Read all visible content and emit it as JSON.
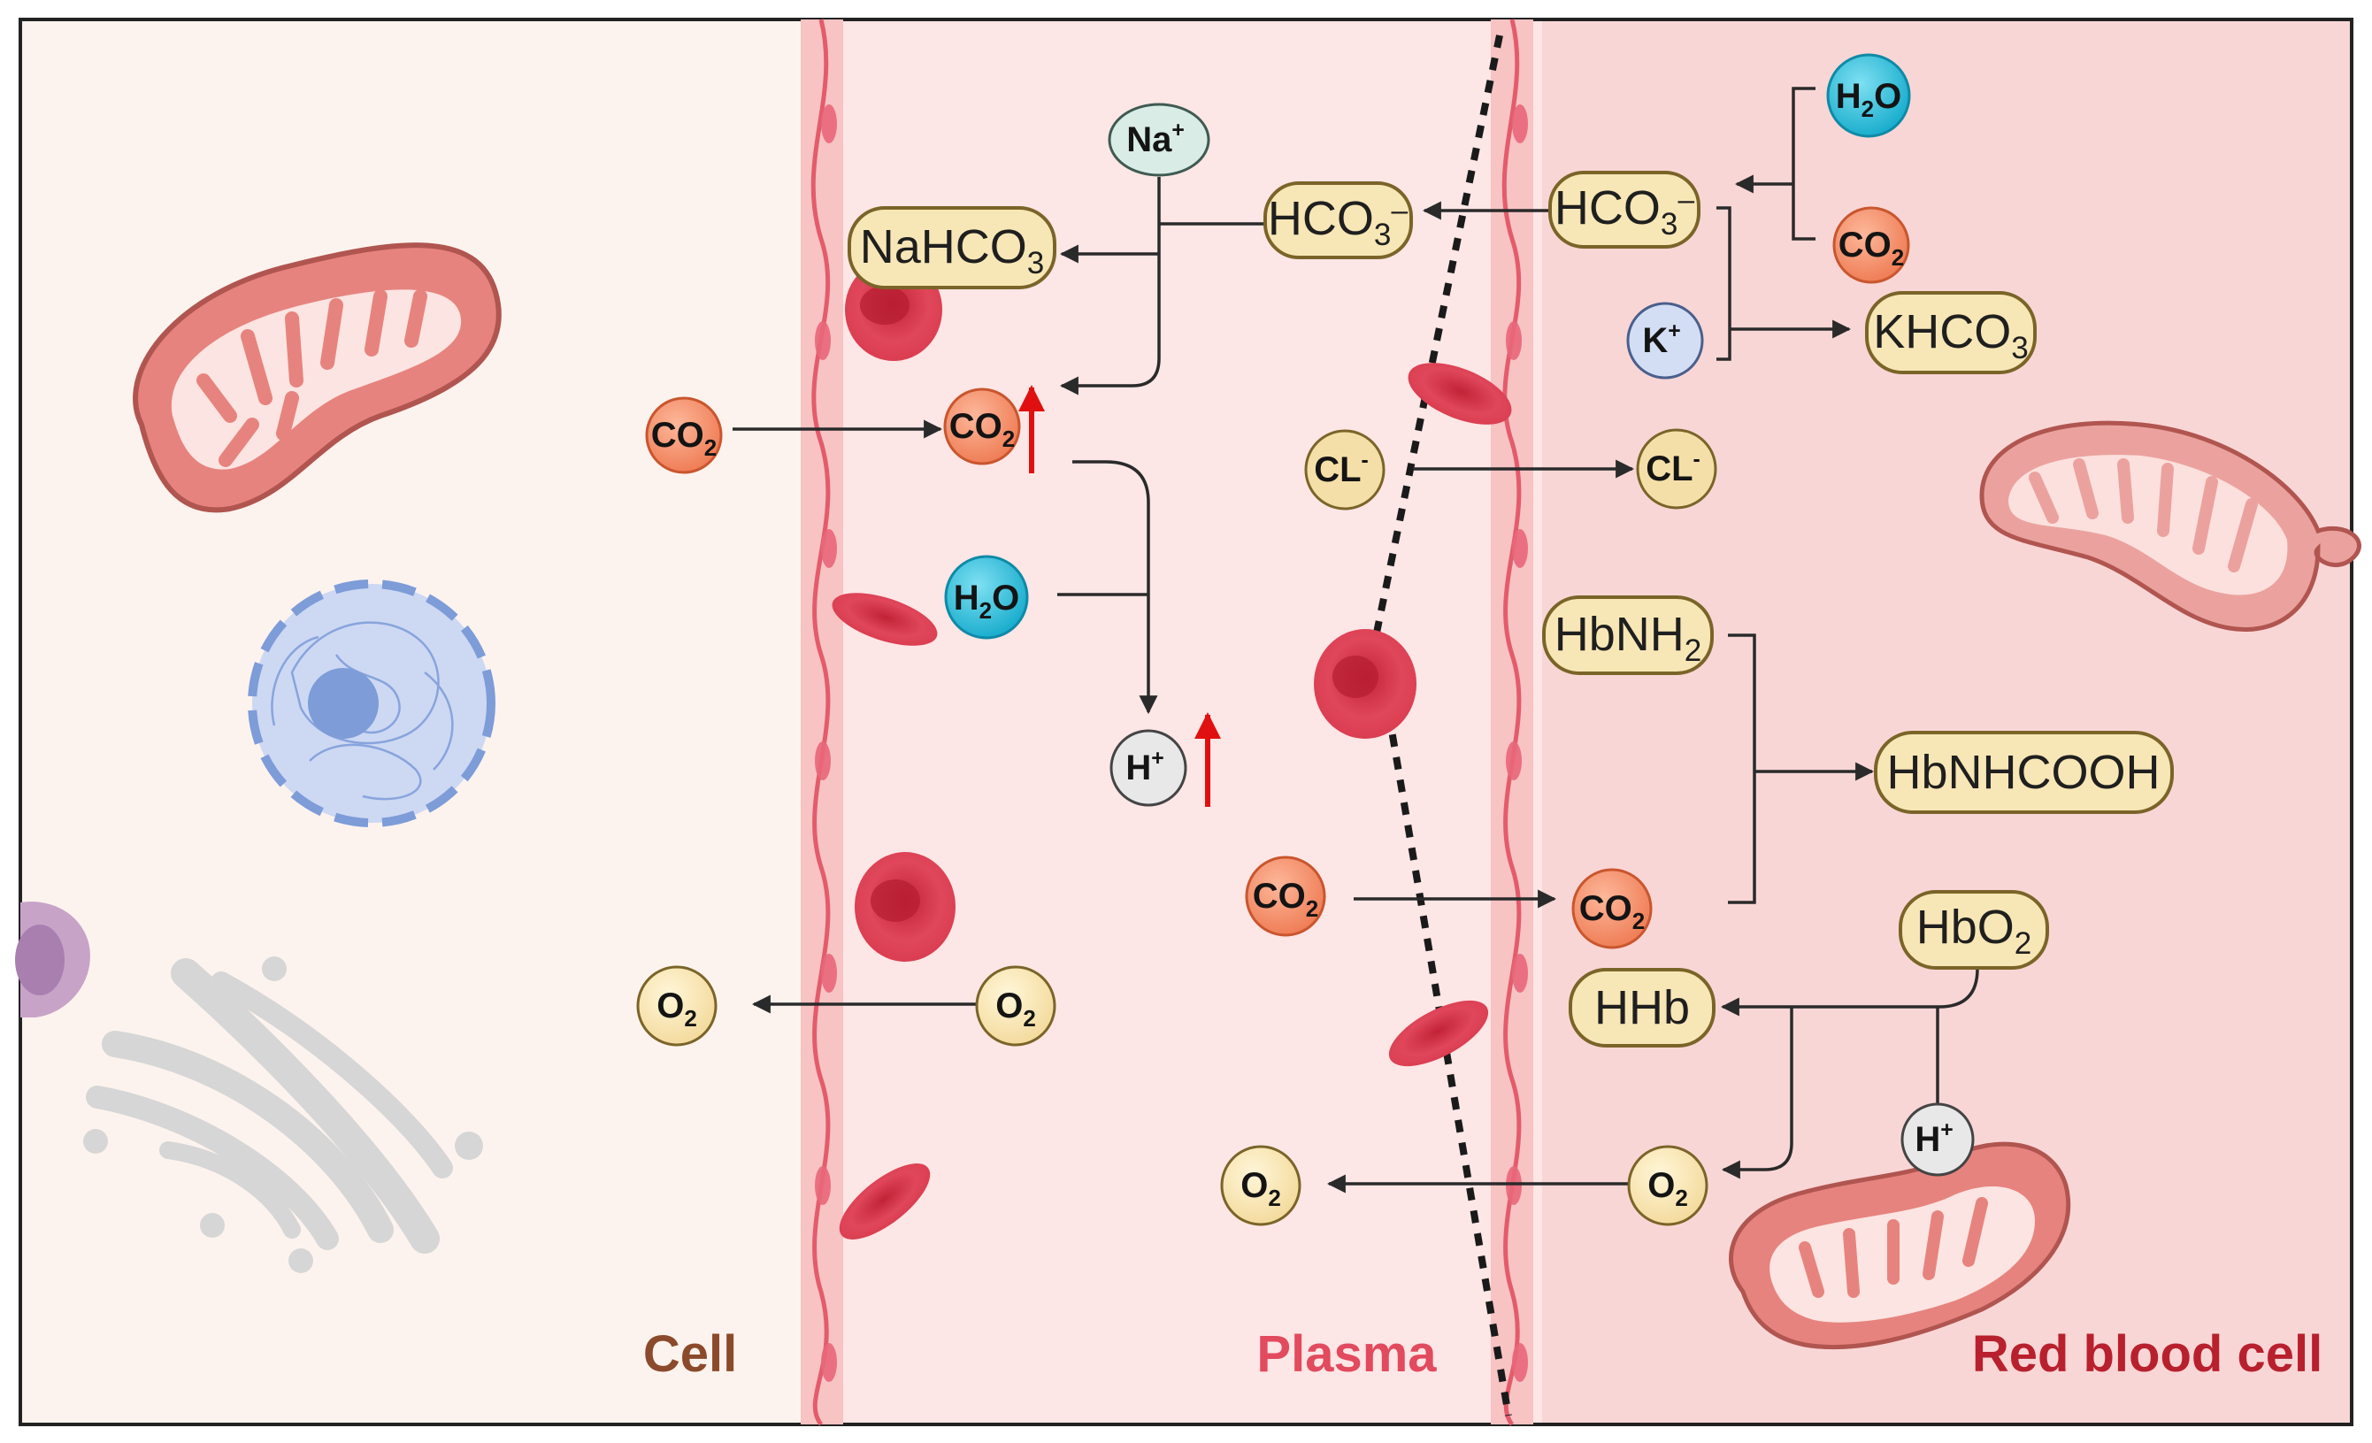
{
  "regions": {
    "cell": {
      "label": "Cell",
      "label_color": "#8B4A2B",
      "fill": "#FDF3EE"
    },
    "plasma": {
      "label": "Plasma",
      "label_color": "#E24A5E",
      "fill": "#FDE6E6"
    },
    "rbc": {
      "label": "Red blood cell",
      "label_color": "#B8202E",
      "fill": "#F9D6D6"
    }
  },
  "molecules": {
    "co2_cell": {
      "base": "CO",
      "sub": "2"
    },
    "co2_plasma": {
      "base": "CO",
      "sub": "2"
    },
    "co2_plasma_low": {
      "base": "CO",
      "sub": "2"
    },
    "co2_rbc": {
      "base": "CO",
      "sub": "2"
    },
    "co2_rbc_top": {
      "base": "CO",
      "sub": "2"
    },
    "na_ion": {
      "base": "Na",
      "sup": "+"
    },
    "nahco3": {
      "base": "NaHCO",
      "sub": "3"
    },
    "hco3_plasma": {
      "base": "HCO",
      "sub": "3",
      "sup": "–"
    },
    "hco3_rbc": {
      "base": "HCO",
      "sub": "3",
      "sup": "–"
    },
    "h2o_plasma": {
      "base": "H",
      "sub": "2",
      "tail": "O"
    },
    "h2o_rbc": {
      "base": "H",
      "sub": "2",
      "tail": "O"
    },
    "h_ion_plasma": {
      "base": "H",
      "sup": "+"
    },
    "h_ion_rbc": {
      "base": "H",
      "sup": "+"
    },
    "k_ion": {
      "base": "K",
      "sup": "+"
    },
    "khco3": {
      "base": "KHCO",
      "sub": "3"
    },
    "cl_plasma": {
      "base": "CL",
      "sup": "-"
    },
    "cl_rbc": {
      "base": "CL",
      "sup": "-"
    },
    "hbnh2": {
      "base": "HbNH",
      "sub": "2"
    },
    "hbnhcooh": {
      "base": "HbNHCOOH"
    },
    "hbo2": {
      "base": "HbO",
      "sub": "2"
    },
    "hhb": {
      "base": "HHb"
    },
    "o2_cell": {
      "base": "O",
      "sub": "2"
    },
    "o2_plasma_left": {
      "base": "O",
      "sub": "2"
    },
    "o2_plasma": {
      "base": "O",
      "sub": "2"
    },
    "o2_rbc": {
      "base": "O",
      "sub": "2"
    }
  },
  "colors": {
    "pill_fill": "#F8E7B6",
    "pill_stroke": "#7A6428",
    "co2_fill": "#F08A62",
    "water_fill": "#1FB8D8",
    "na_fill": "#D9EDE6",
    "k_fill": "#D3DEF5",
    "h_fill": "#E8E8E8",
    "tan_fill": "#F5DFA8",
    "increase_arrow": "#E01010"
  }
}
